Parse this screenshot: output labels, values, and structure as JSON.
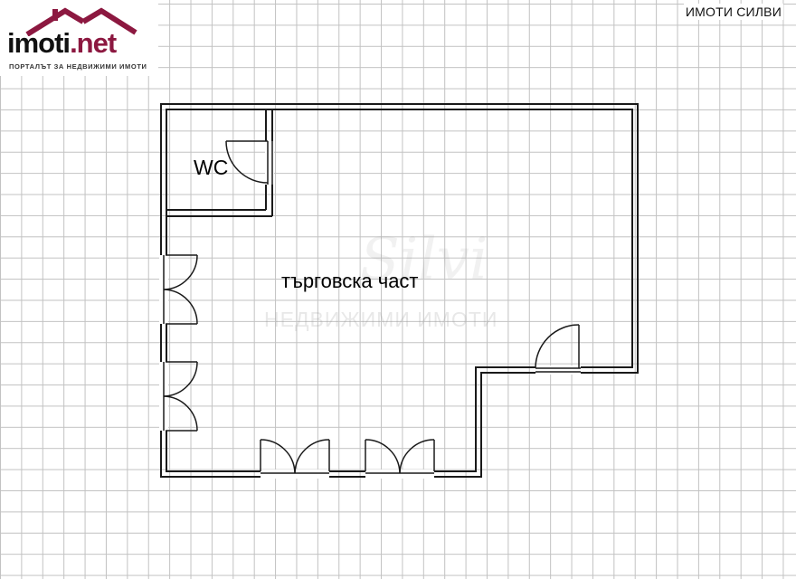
{
  "logo": {
    "brand": "imoti",
    "tld": ".net",
    "tagline": "ПОРТАЛЪТ ЗА НЕДВИЖИМИ ИМОТИ",
    "accent": "#8c1840"
  },
  "agency": "ИМОТИ СИЛВИ",
  "rooms": {
    "wc": "WC",
    "shop": "търговска част"
  },
  "watermark": {
    "script": "Silvi",
    "text": "НЕДВИЖИМИ ИМОТИ"
  }
}
